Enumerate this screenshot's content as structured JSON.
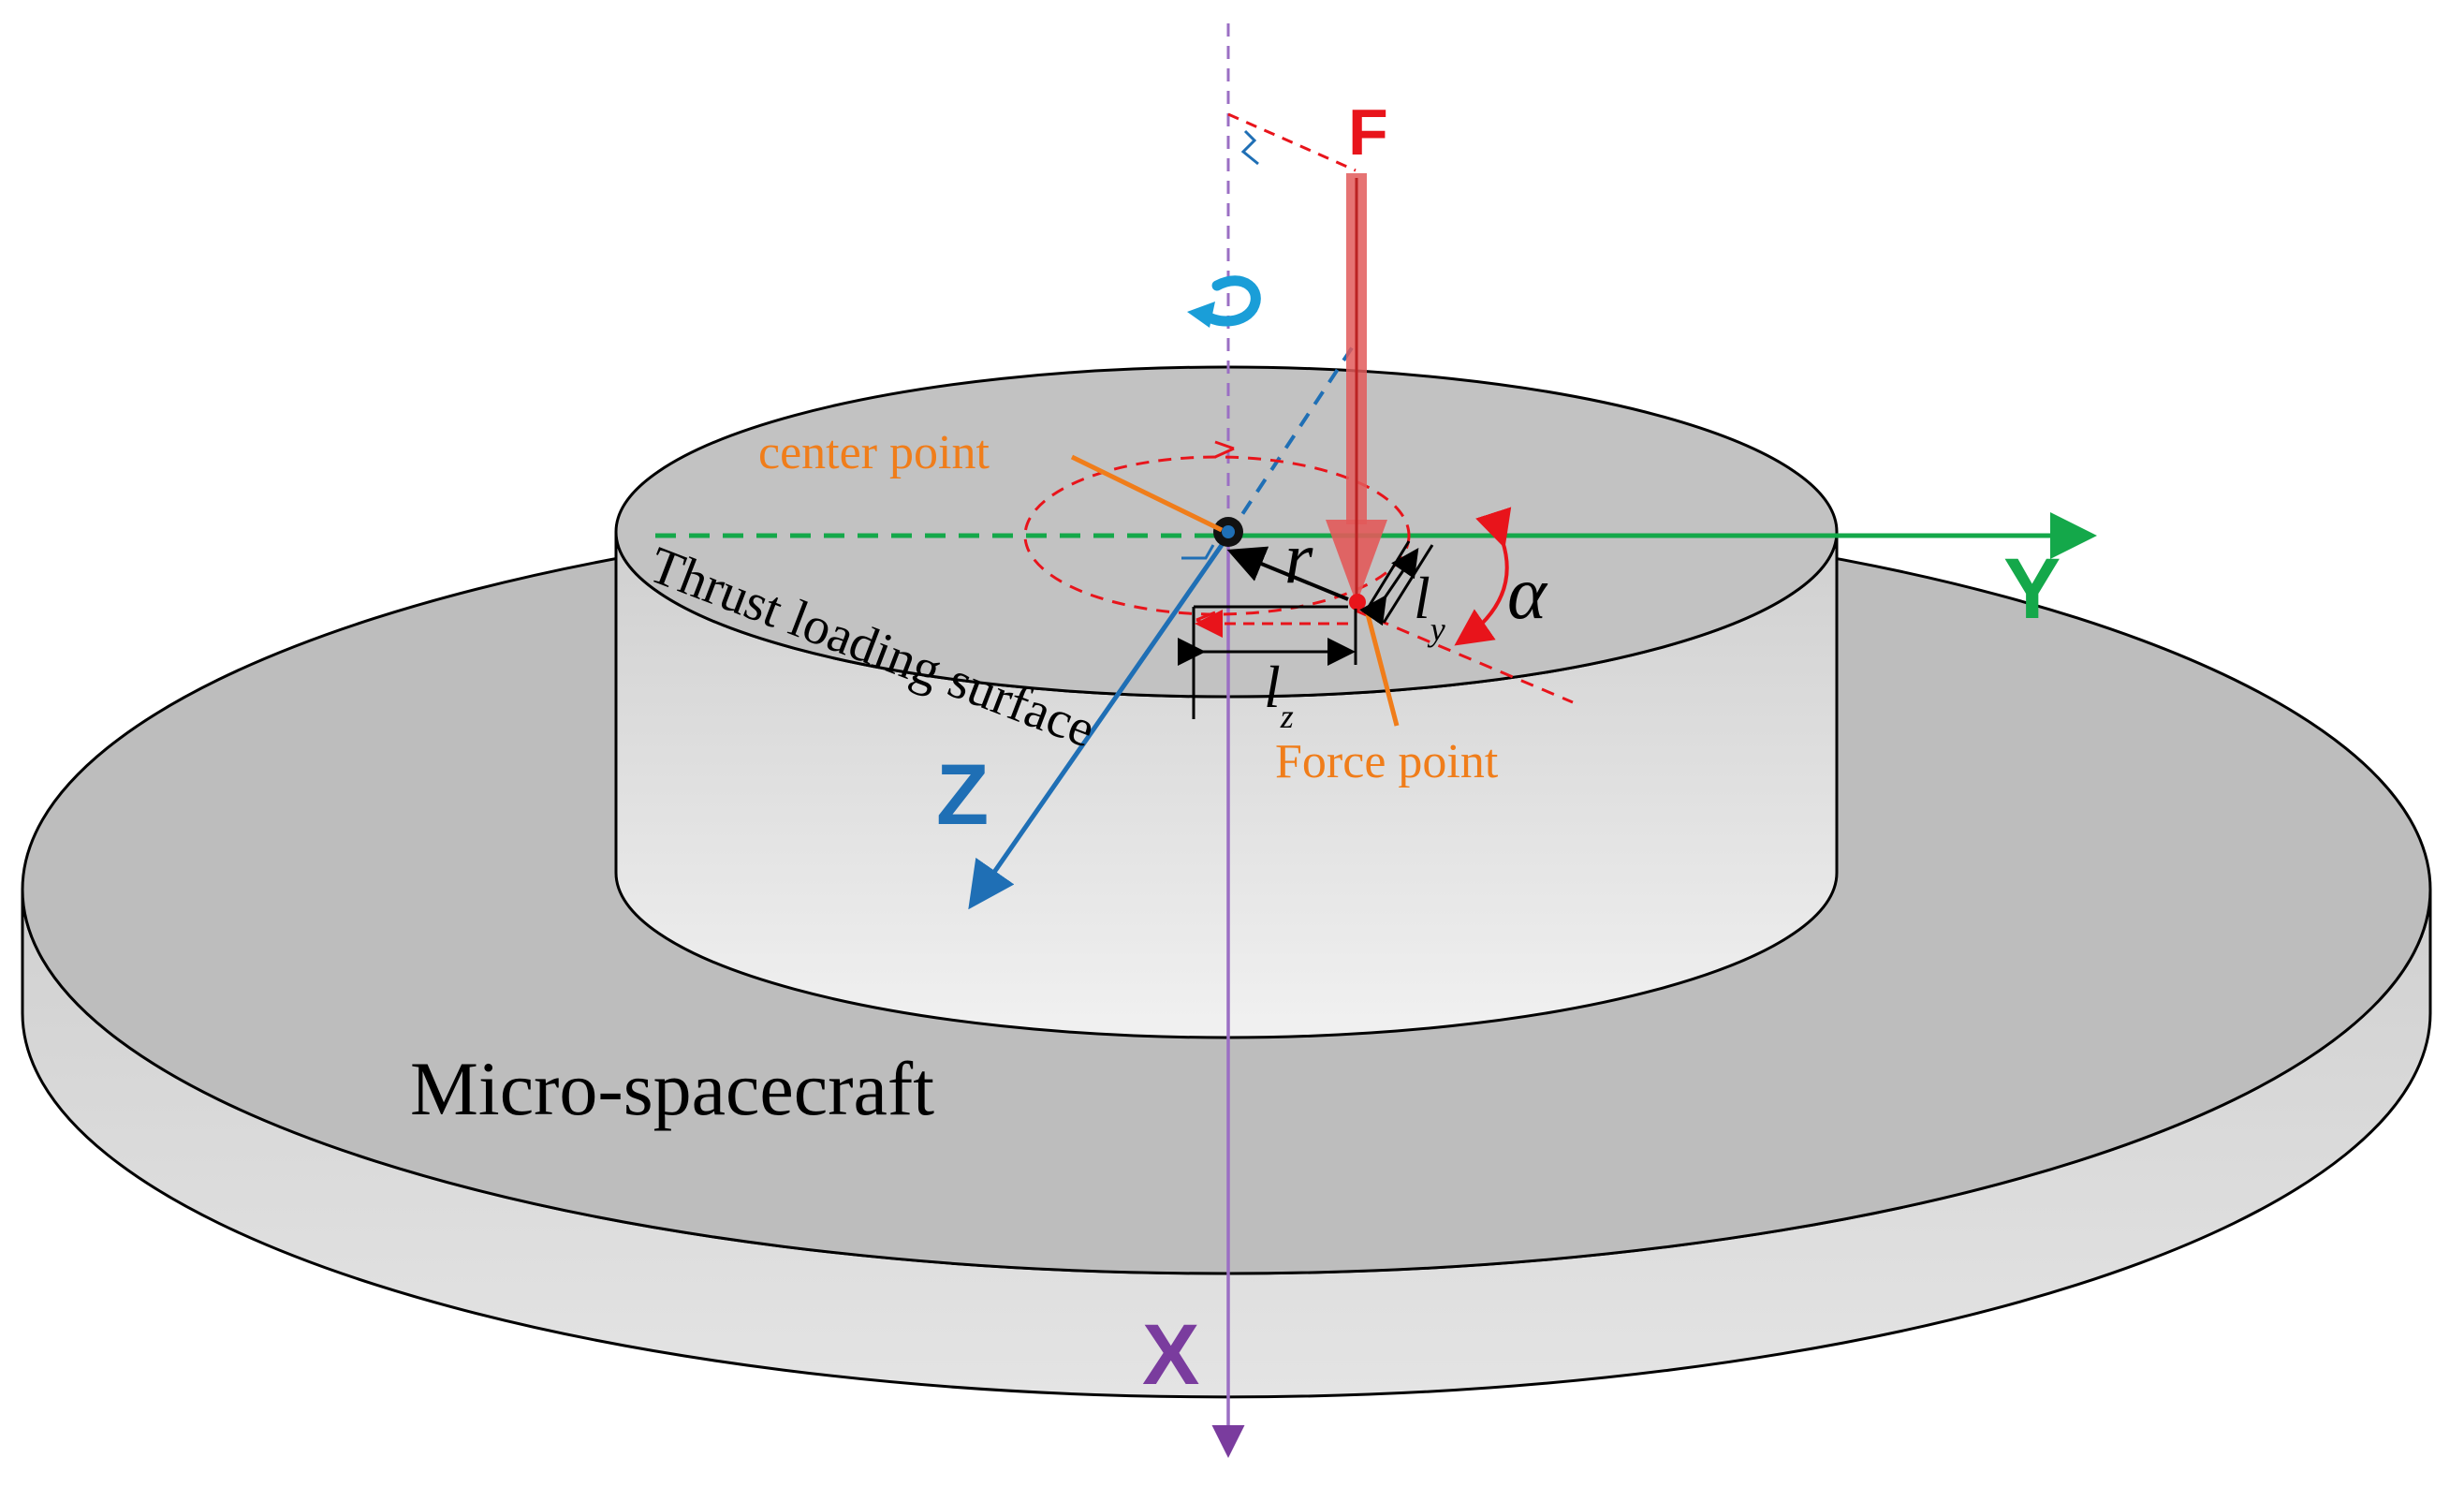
{
  "labels": {
    "force": "F",
    "axis_y": "Y",
    "axis_z": "Z",
    "axis_x": "X",
    "center_point": "center point",
    "force_point": "Force point",
    "thrust_surface": "Thrust loading surface",
    "radius": "r",
    "angle": "α",
    "ly_base": "l",
    "ly_sub": "y",
    "lz_base": "l",
    "lz_sub": "z",
    "body": "Micro-spacecraft"
  },
  "colors": {
    "force": "#e8141b",
    "force_arrow": "#e25a5a",
    "axis_y": "#14a84a",
    "axis_z": "#1f6fb5",
    "axis_x": "#7a3c9e",
    "annotation": "#f07d1a",
    "rotation": "#1a9ed8",
    "dashed_red": "#e8141b",
    "body_top": "#c0c0c0",
    "body_side": "#d9d9d9"
  }
}
